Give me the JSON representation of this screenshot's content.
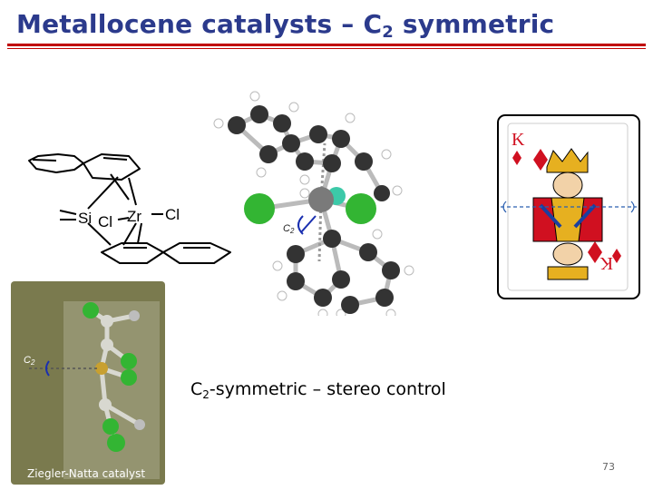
{
  "slide": {
    "title_pre": "Metallocene catalysts – C",
    "title_sub": "2",
    "title_post": " symmetric",
    "page_number": "73"
  },
  "structure": {
    "si": "Si",
    "zr": "Zr",
    "cl_left": "Cl",
    "cl_right": "Cl"
  },
  "model": {
    "axis_label": "C",
    "axis_sub": "2"
  },
  "catalyst_image": {
    "axis_label": "C",
    "axis_sub": "2",
    "label": "Ziegler-Natta catalyst"
  },
  "caption": {
    "pre": "C",
    "sub": "2",
    "post": "-symmetric – stereo control"
  },
  "colors": {
    "title": "#2b3a8c",
    "rule": "#c00000",
    "chlorine": "#33b533",
    "card_red": "#d01020"
  }
}
